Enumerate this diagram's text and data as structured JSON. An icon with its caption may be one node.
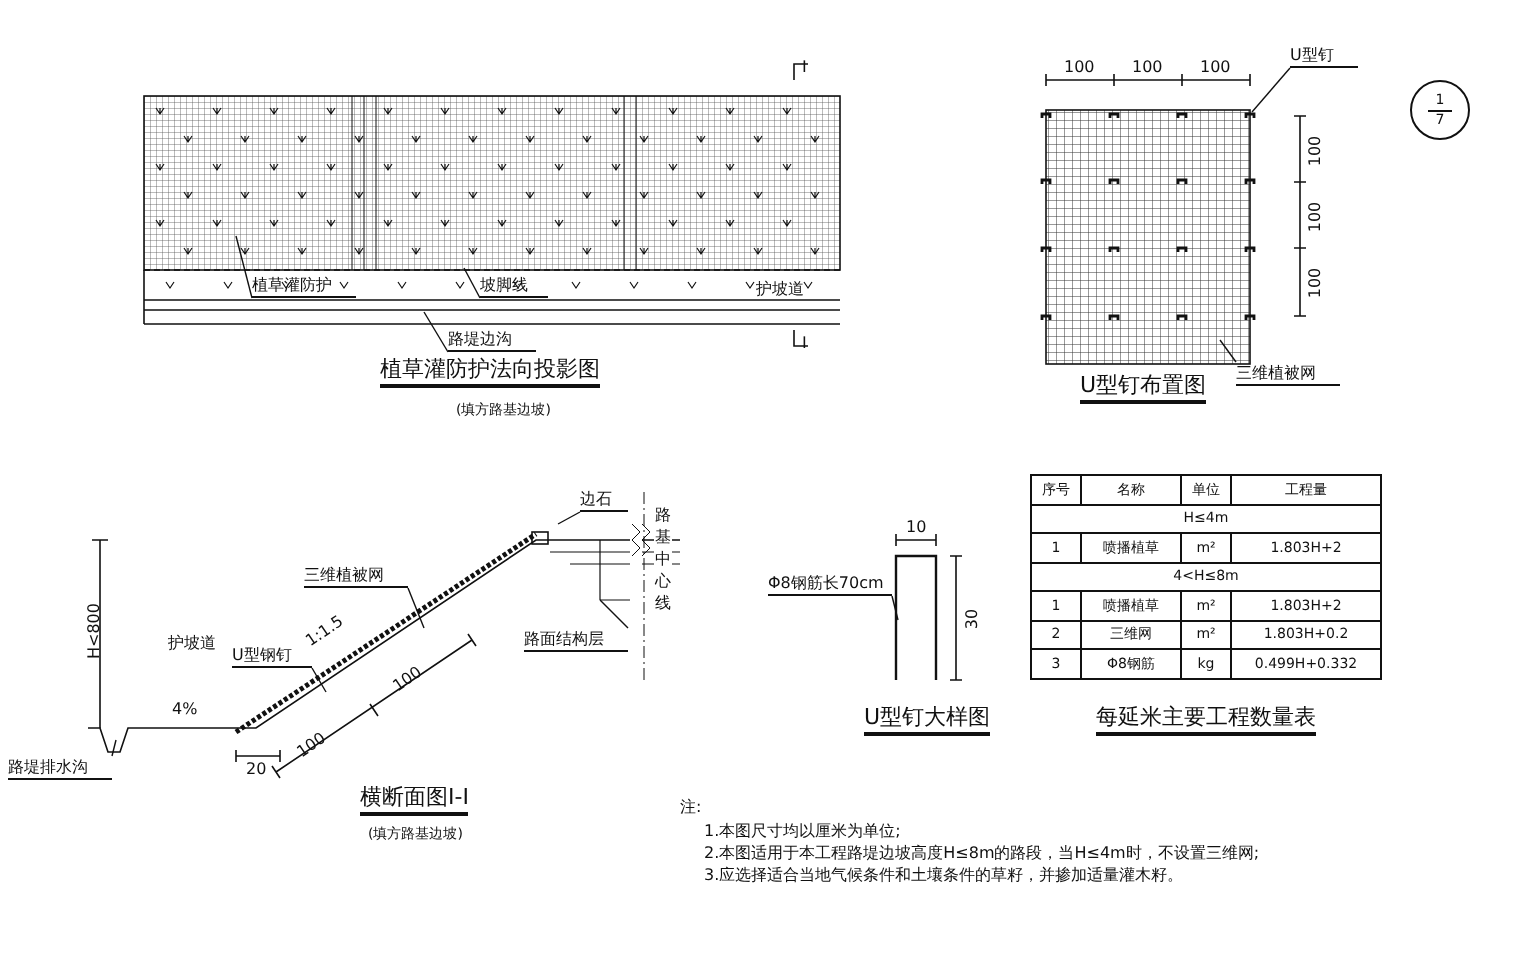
{
  "diagram": {
    "nodes": [
      {
        "text": [
          "1",
          "7"
        ]
      },
      {
        "text": [
          "植草灌防护"
        ]
      },
      {
        "text": [
          "坡脚线"
        ]
      },
      {
        "text": [
          "路堤边沟"
        ]
      },
      {
        "text": [
          "U型钉"
        ]
      },
      {
        "text": [
          "三维植被网"
        ]
      },
      {
        "text": [
          "边石"
        ]
      },
      {
        "text": [
          "三维植被网"
        ]
      },
      {
        "text": [
          "路面结构层"
        ]
      },
      {
        "text": [
          "U型钢钉"
        ]
      },
      {
        "text": [
          "路堤排水沟"
        ]
      },
      {
        "text": [
          "Φ8钢筋长70cm"
        ]
      },
      {
        "text": [],
        "shape": "bar"
      }
    ],
    "edges": [
      {
        "from": 1,
        "to": null,
        "arrow": "none"
      },
      {
        "from": 2,
        "to": null,
        "arrow": "none"
      },
      {
        "from": 3,
        "to": null,
        "arrow": "none"
      },
      {
        "from": 4,
        "to": 12,
        "arrow": "none"
      },
      {
        "from": 5,
        "to": null,
        "arrow": "none"
      },
      {
        "from": 6,
        "to": null,
        "arrow": "none"
      },
      {
        "from": 7,
        "to": null,
        "arrow": "none"
      },
      {
        "from": 8,
        "to": null,
        "arrow": "none"
      },
      {
        "from": 9,
        "to": null,
        "arrow": "none"
      },
      {
        "from": 10,
        "to": null,
        "arrow": "none"
      },
      {
        "from": 11,
        "to": null,
        "arrow": "none"
      }
    ],
    "labels": [
      "I",
      "护坡道",
      "I",
      "植草灌防护法向投影图",
      "(填方路基边坡)",
      "100",
      "100",
      "100",
      "100",
      "100",
      "100",
      "U型钉布置图",
      "路基中心线",
      "H<800",
      "护坡道",
      "1:1.5",
      "4%",
      "100",
      "100",
      "20",
      "横断面图I-I",
      "(填方路基边坡)",
      "10",
      "30",
      "U型钉大样图",
      "序号",
      "名称",
      "单位",
      "工程量",
      "H≤4m",
      "1",
      "喷播植草",
      "m²",
      "1.803H+2",
      "4<H≤8m",
      "1",
      "喷播植草",
      "m²",
      "1.803H+2",
      "2",
      "三维网",
      "m²",
      "1.803H+0.2",
      "3",
      "Φ8钢筋",
      "kg",
      "0.499H+0.332",
      "每延米主要工程数量表",
      "注:",
      "1.本图尺寸均以厘米为单位;",
      "2.本图适用于本工程路堤边坡高度H≤8m的路段，当H≤4m时，不设置三维网;",
      "3.应选择适合当地气候条件和土壤条件的草籽，并掺加适量灌木籽。"
    ]
  }
}
